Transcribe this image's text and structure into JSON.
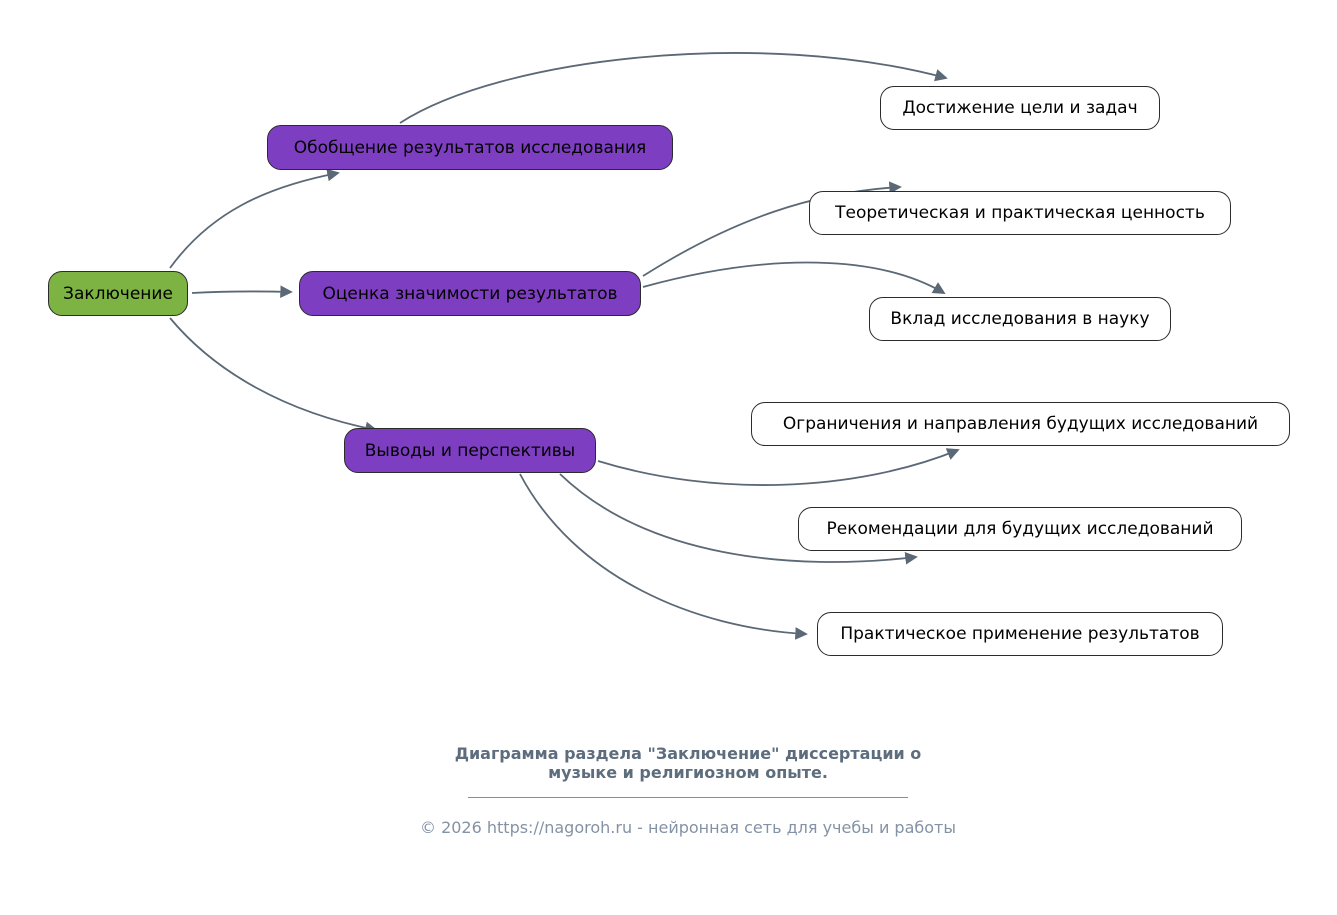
{
  "nodes": {
    "root": "Заключение",
    "branch1": "Обобщение результатов исследования",
    "branch2": "Оценка значимости результатов",
    "branch3": "Выводы и перспективы",
    "leaf1": "Достижение цели и задач",
    "leaf2": "Теоретическая и практическая ценность",
    "leaf3": "Вклад исследования в науку",
    "leaf4": "Ограничения и направления будущих исследований",
    "leaf5": "Рекомендации для будущих исследований",
    "leaf6": "Практическое применение результатов"
  },
  "structure": {
    "root": "Заключение",
    "branches": [
      {
        "label": "Обобщение результатов исследования",
        "children": [
          "Достижение цели и задач"
        ]
      },
      {
        "label": "Оценка значимости результатов",
        "children": [
          "Теоретическая и практическая ценность",
          "Вклад исследования в науку"
        ]
      },
      {
        "label": "Выводы и перспективы",
        "children": [
          "Ограничения и направления будущих исследований",
          "Рекомендации для будущих исследований",
          "Практическое применение результатов"
        ]
      }
    ]
  },
  "footer": {
    "caption_line1": "Диаграмма раздела \"Заключение\" диссертации о",
    "caption_line2": "музыке и религиозном опыте.",
    "copyright": "© 2026 https://nagoroh.ru - нейронная сеть для учебы и работы"
  },
  "colors": {
    "root_fill": "#7cb342",
    "branch_fill": "#7e3ec2",
    "leaf_fill": "#ffffff",
    "node_border": "#2b2b2b",
    "arrow": "#5b6875",
    "caption_text": "#5d6d7e",
    "copyright_text": "#8492a6"
  }
}
